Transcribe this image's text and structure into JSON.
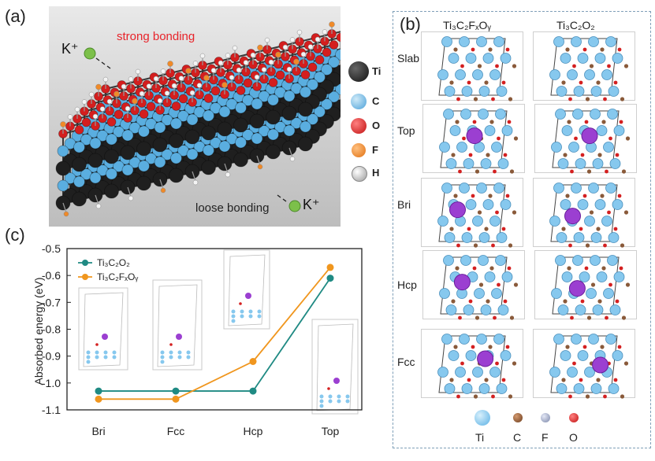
{
  "panels": {
    "a": {
      "label": "(a)",
      "strong_text": "strong bonding",
      "loose_text": "loose bonding",
      "ion_top": "K⁺",
      "ion_bottom": "K⁺",
      "legend": [
        {
          "symbol": "Ti",
          "color": "#1a1a1a"
        },
        {
          "symbol": "C",
          "color": "#5aaee0"
        },
        {
          "symbol": "O",
          "color": "#d41e1e"
        },
        {
          "symbol": "F",
          "color": "#f08a28"
        },
        {
          "symbol": "H",
          "color": "#e8e8e8"
        }
      ],
      "colors": {
        "strong": "#e8232a",
        "ion": "#7cc04a"
      }
    },
    "b": {
      "label": "(b)",
      "columns": [
        "Ti₃C₂FₓOᵧ",
        "Ti₃C₂O₂"
      ],
      "rows": [
        "Slab",
        "Top",
        "Bri",
        "Hcp",
        "Fcc"
      ],
      "legend": [
        {
          "symbol": "Ti",
          "color": "#7fc4ec"
        },
        {
          "symbol": "C",
          "color": "#8a5a3a"
        },
        {
          "symbol": "F",
          "color": "#9aa6c4"
        },
        {
          "symbol": "O",
          "color": "#d42020"
        }
      ],
      "k_color": "#9b3fd1"
    },
    "c": {
      "label": "(c)"
    }
  },
  "chart_data": {
    "type": "line",
    "categories": [
      "Bri",
      "Fcc",
      "Hcp",
      "Top"
    ],
    "ylabel": "Absorbed energy (eV)",
    "xlabel": "",
    "ylim": [
      -1.1,
      -0.5
    ],
    "yticks": [
      "-0.5",
      "-0.6",
      "-0.7",
      "-0.8",
      "-0.9",
      "-1.0",
      "-1.1"
    ],
    "legend_position": "top-left",
    "series": [
      {
        "name": "Ti₃C₂O₂",
        "color": "#1f8a83",
        "values": [
          -1.03,
          -1.03,
          -1.03,
          -0.61
        ]
      },
      {
        "name": "Ti₃C₂FₓOᵧ",
        "color": "#f0961e",
        "values": [
          -1.06,
          -1.06,
          -0.92,
          -0.57
        ]
      }
    ]
  }
}
